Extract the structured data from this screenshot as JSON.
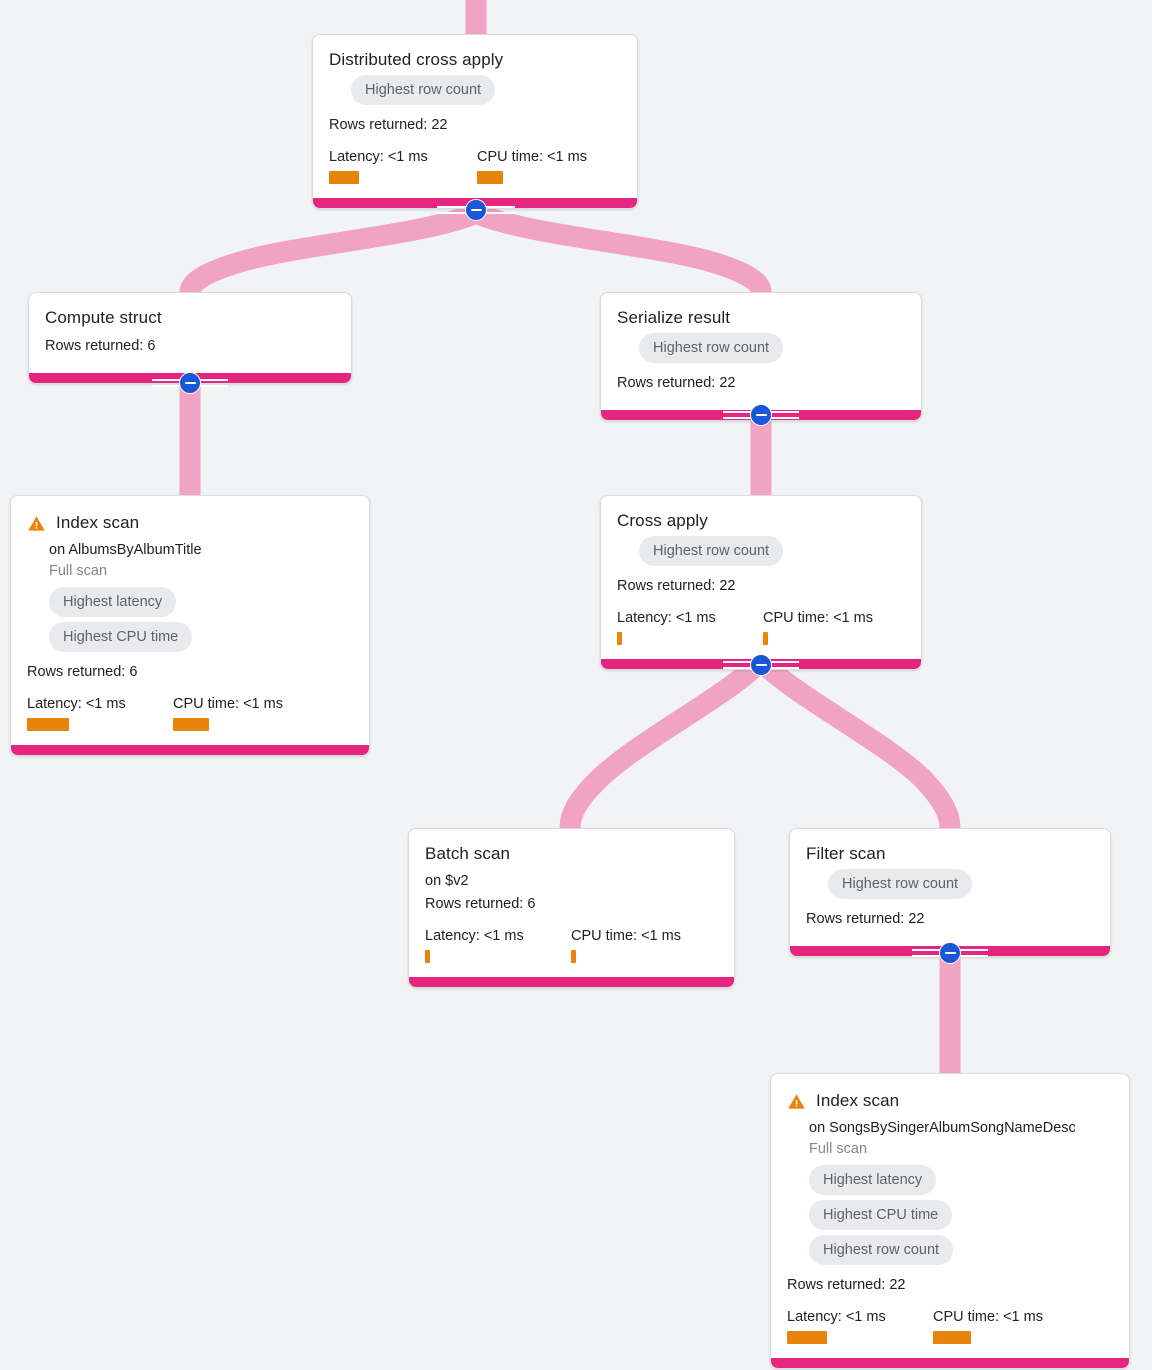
{
  "view": {
    "name": "query-execution-plan",
    "background_color": "#f1f3f4",
    "edge_color": "#f0a3c2",
    "node_footer_color": "#e5257f",
    "badge_color": "#1a57d6",
    "metric_bar_color": "#e8830c",
    "pill_color": "#e8eaed",
    "warning_color": "#e8830c"
  },
  "labels": {
    "rows_returned_prefix": "Rows returned:",
    "latency_prefix": "Latency:",
    "cpu_prefix": "CPU time:",
    "on_prefix": "on",
    "collapse_icon": "minus-circle-icon",
    "warning_icon": "warning-triangle-icon"
  },
  "nodes": [
    {
      "id": "distributed-cross-apply",
      "title": "Distributed cross apply",
      "warning": false,
      "pills": [
        "Highest row count"
      ],
      "rows_returned": "Rows returned: 22",
      "latency": "Latency: <1 ms",
      "cpu_time": "CPU time: <1 ms",
      "latency_bar_pct": 38,
      "cpu_bar_pct": 32,
      "collapsed": false
    },
    {
      "id": "compute-struct",
      "title": "Compute struct",
      "warning": false,
      "pills": [],
      "rows_returned": "Rows returned: 6",
      "collapsed": false
    },
    {
      "id": "serialize-result",
      "title": "Serialize result",
      "warning": false,
      "pills": [
        "Highest row count"
      ],
      "rows_returned": "Rows returned: 22",
      "collapsed": false
    },
    {
      "id": "index-scan-albums",
      "title": "Index scan",
      "warning": true,
      "on": "on AlbumsByAlbumTitle",
      "scan_type": "Full scan",
      "pills": [
        "Highest latency",
        "Highest CPU time"
      ],
      "rows_returned": "Rows returned: 6",
      "latency": "Latency: <1 ms",
      "cpu_time": "CPU time: <1 ms",
      "latency_bar_pct": 48,
      "cpu_bar_pct": 40,
      "collapsed": false
    },
    {
      "id": "cross-apply",
      "title": "Cross apply",
      "warning": false,
      "pills": [
        "Highest row count"
      ],
      "rows_returned": "Rows returned: 22",
      "latency": "Latency: <1 ms",
      "cpu_time": "CPU time: <1 ms",
      "latency_bar_pct": 5,
      "cpu_bar_pct": 5,
      "collapsed": false
    },
    {
      "id": "batch-scan",
      "title": "Batch scan",
      "warning": false,
      "on": "on $v2",
      "pills": [],
      "rows_returned": "Rows returned: 6",
      "latency": "Latency: <1 ms",
      "cpu_time": "CPU time: <1 ms",
      "latency_bar_pct": 5,
      "cpu_bar_pct": 5,
      "collapsed": false
    },
    {
      "id": "filter-scan",
      "title": "Filter scan",
      "warning": false,
      "pills": [
        "Highest row count"
      ],
      "rows_returned": "Rows returned: 22",
      "collapsed": false
    },
    {
      "id": "index-scan-songs",
      "title": "Index scan",
      "warning": true,
      "on": "on SongsBySingerAlbumSongNameDesc",
      "scan_type": "Full scan",
      "pills": [
        "Highest latency",
        "Highest CPU time",
        "Highest row count"
      ],
      "rows_returned": "Rows returned: 22",
      "latency": "Latency: <1 ms",
      "cpu_time": "CPU time: <1 ms",
      "latency_bar_pct": 48,
      "cpu_bar_pct": 42,
      "collapsed": false
    }
  ]
}
